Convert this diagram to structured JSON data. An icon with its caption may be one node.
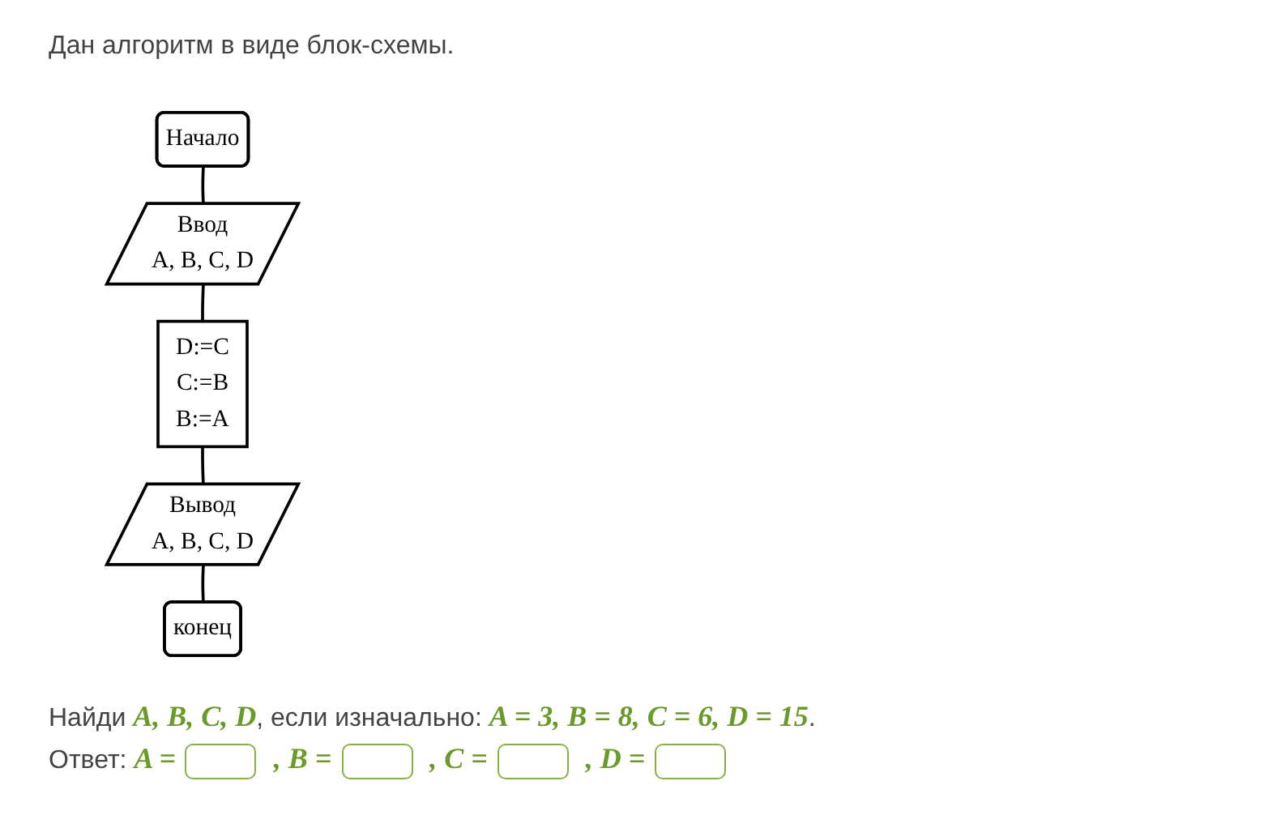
{
  "diagram": {
    "title": "Дан алгоритм в виде блок-схемы.",
    "nodes": [
      {
        "text": [
          "Начало"
        ]
      },
      {
        "text": [
          "Ввод",
          "A, B, C, D"
        ]
      },
      {
        "text": [
          "D:=C",
          "C:=B",
          "B:=A"
        ]
      },
      {
        "text": [
          "Вывод",
          "A, B, C, D"
        ]
      },
      {
        "text": [
          "конец"
        ]
      }
    ],
    "edges": [
      {
        "from": 0,
        "to": 1,
        "arrow": "none"
      },
      {
        "from": 1,
        "to": 2,
        "arrow": "none"
      },
      {
        "from": 2,
        "to": 3,
        "arrow": "none"
      },
      {
        "from": 3,
        "to": 4,
        "arrow": "none"
      }
    ],
    "labels": [
      "Найди *A, B, C, D*, если изначально: *A = 3, B = 8, C = 6, D = 15*.",
      "Ответ:",
      "A =",
      ", B =",
      ", C =",
      ", D ="
    ]
  }
}
